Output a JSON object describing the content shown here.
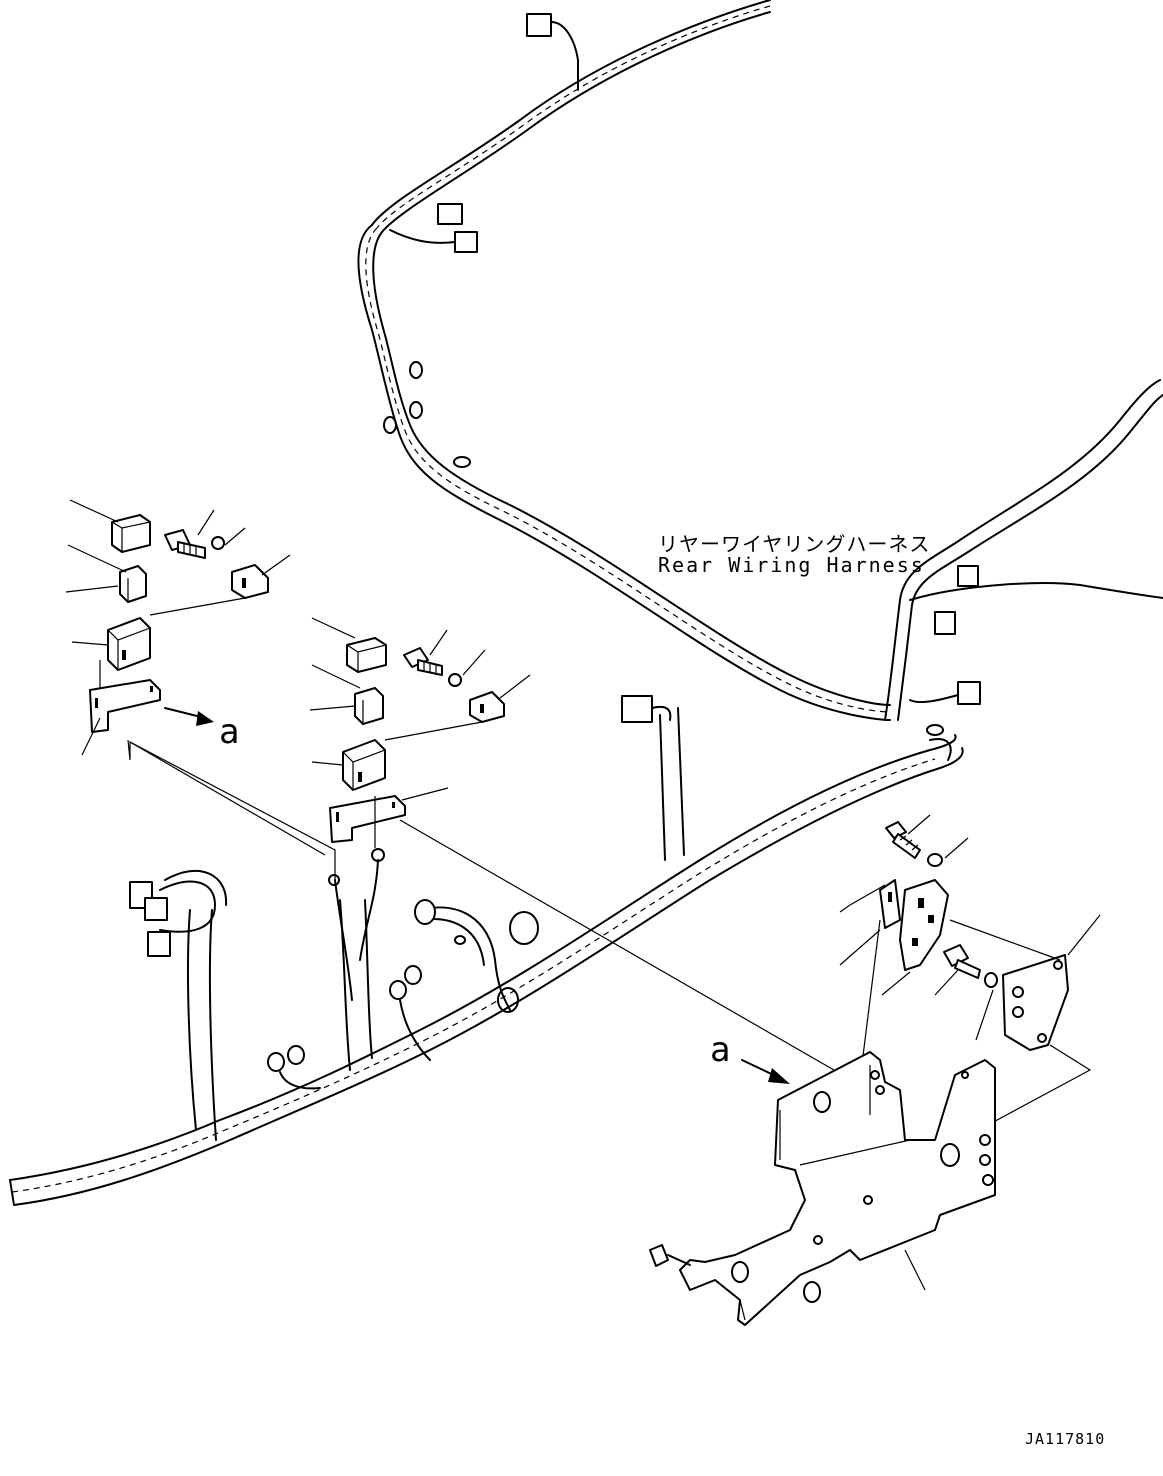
{
  "harness_label": {
    "japanese": "リヤーワイヤリングハーネス",
    "english": "Rear Wiring Harness"
  },
  "view_arrow_label": "a",
  "drawing_number": "JA117810"
}
